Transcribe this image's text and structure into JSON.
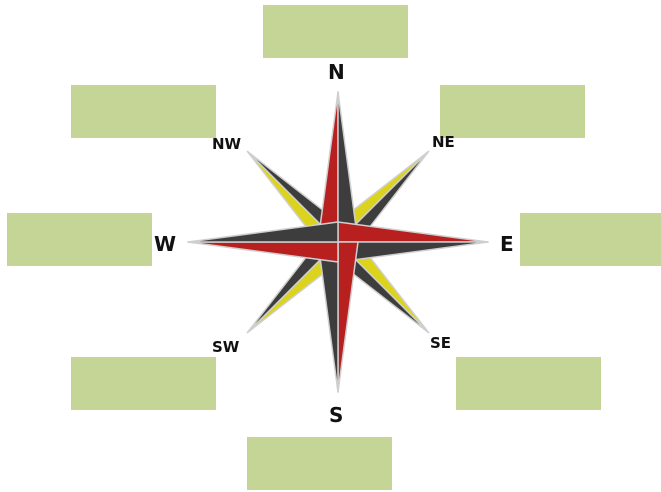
{
  "compass": {
    "labels": {
      "n": "N",
      "ne": "NE",
      "e": "E",
      "se": "SE",
      "s": "S",
      "sw": "SW",
      "w": "W",
      "nw": "NW"
    }
  },
  "colors": {
    "box_fill": "#c5d595",
    "cardinal_dark": "#3d3d3d",
    "cardinal_red": "#b82020",
    "ordinal_dark": "#3d3d3d",
    "ordinal_yellow": "#dcd41c",
    "outline": "#cfcfcf"
  }
}
